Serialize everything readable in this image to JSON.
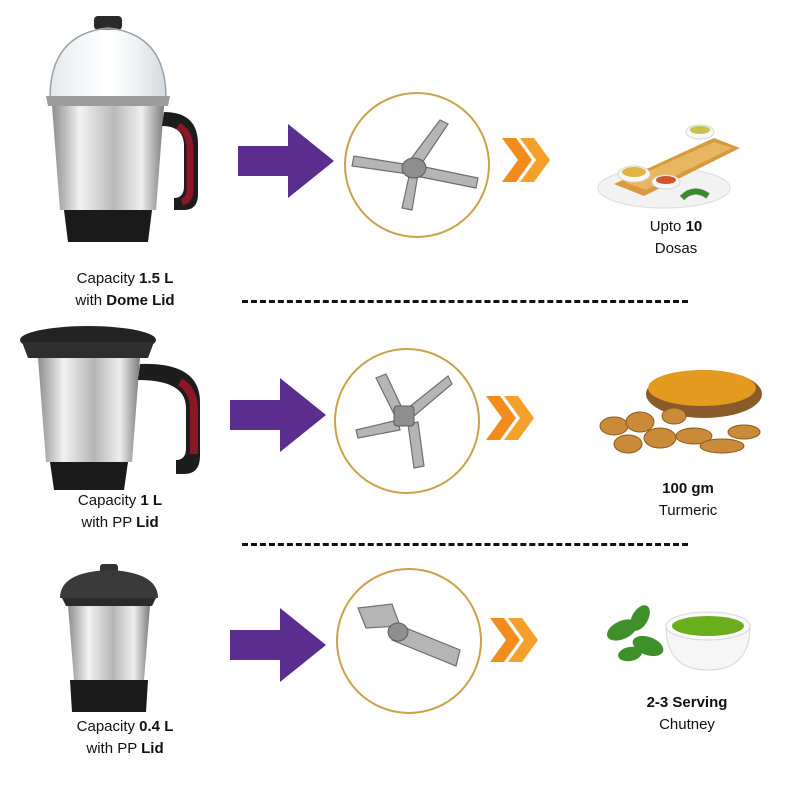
{
  "colors": {
    "purple_arrow": "#5b2d8e",
    "orange_chevron": "#f28c1c",
    "gold_circle": "#c9a24a",
    "handle_red": "#7a1420",
    "steel": "#c8c8c8",
    "base_black": "#1a1a1a"
  },
  "rows": [
    {
      "jar": {
        "icon": "dome-lid-jar-icon",
        "prefix": "Capacity ",
        "capacity": "1.5 L",
        "lid_prefix": "with ",
        "lid": "Dome Lid"
      },
      "blade_icon": "four-wing-blade-icon",
      "food": {
        "icon": "dosa-plate-icon",
        "prefix": "Upto ",
        "amount": "10",
        "item": "Dosas"
      }
    },
    {
      "jar": {
        "icon": "pp-lid-jar-icon",
        "prefix": "Capacity ",
        "capacity": "1 L",
        "lid_prefix": "with PP ",
        "lid": "Lid"
      },
      "blade_icon": "dry-grind-blade-icon",
      "food": {
        "icon": "turmeric-icon",
        "prefix": "",
        "amount": "100 gm",
        "item": "Turmeric"
      }
    },
    {
      "jar": {
        "icon": "small-pp-lid-jar-icon",
        "prefix": "Capacity ",
        "capacity": "0.4 L",
        "lid_prefix": "with PP ",
        "lid": "Lid"
      },
      "blade_icon": "chutney-blade-icon",
      "food": {
        "icon": "chutney-bowl-icon",
        "prefix": "",
        "amount": "2-3 Serving",
        "item": "Chutney"
      }
    }
  ]
}
